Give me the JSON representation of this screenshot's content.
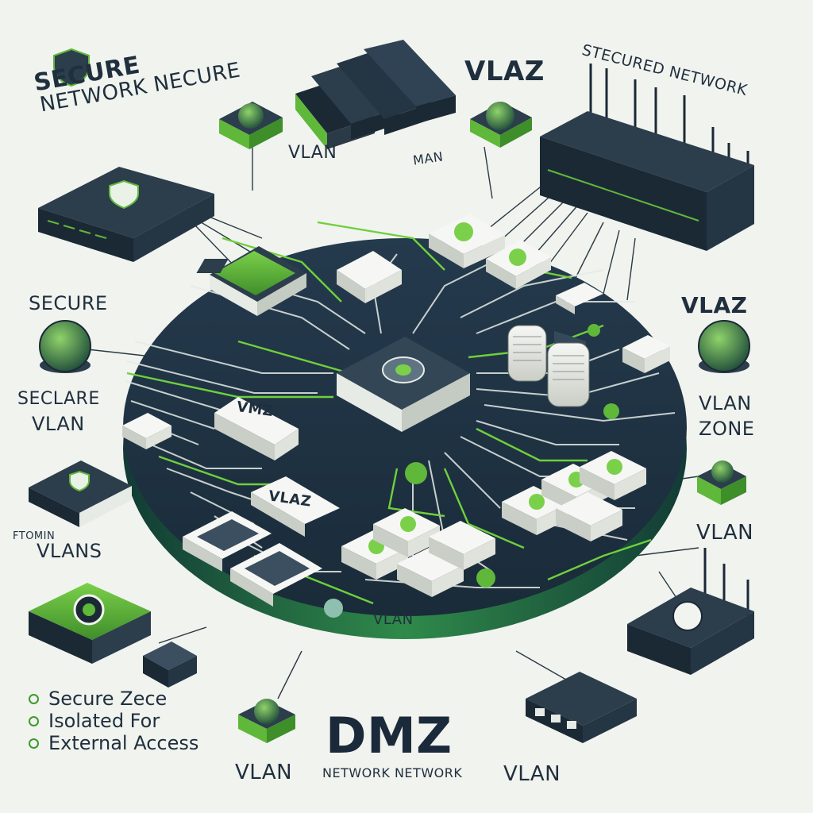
{
  "labels": {
    "title_secure": "SECURE",
    "title_network": "NETWORK NECURE",
    "title_vlaz": "VLAZ",
    "title_stecured": "STECURED NETWORK",
    "vlan_top": "VLAN",
    "man_top": "MAN",
    "secure_left": "SECURE",
    "seclare": "SECLARE",
    "vlan_left": "VLAN",
    "ftomin": "FTOMIN",
    "vlans_left": "VLANS",
    "vlaz_right": "VLAZ",
    "vlan_zone_line1": "VLAN",
    "vlan_zone_line2": "ZONE",
    "vlan_right": "VLAN",
    "vmz_center": "VMZ",
    "vlaz_center": "VLAZ",
    "vlan_center": "VLAN",
    "dmz": "DMZ",
    "network_network": "NETWORK NETWORK",
    "vlan_bottom_left": "VLAN",
    "vlan_bottom_right": "VLAN"
  },
  "legend": [
    {
      "text": "Secure Zece"
    },
    {
      "text": "Isolated For"
    },
    {
      "text": "External Access"
    }
  ],
  "colors": {
    "navy": "#1f2f3d",
    "green": "#5fb83a",
    "dark_green": "#2f7d2a",
    "background": "#f1f3ef"
  },
  "icons": [
    "shield-icon",
    "router-icon",
    "switch-icon",
    "server-icon",
    "globe-icon"
  ]
}
